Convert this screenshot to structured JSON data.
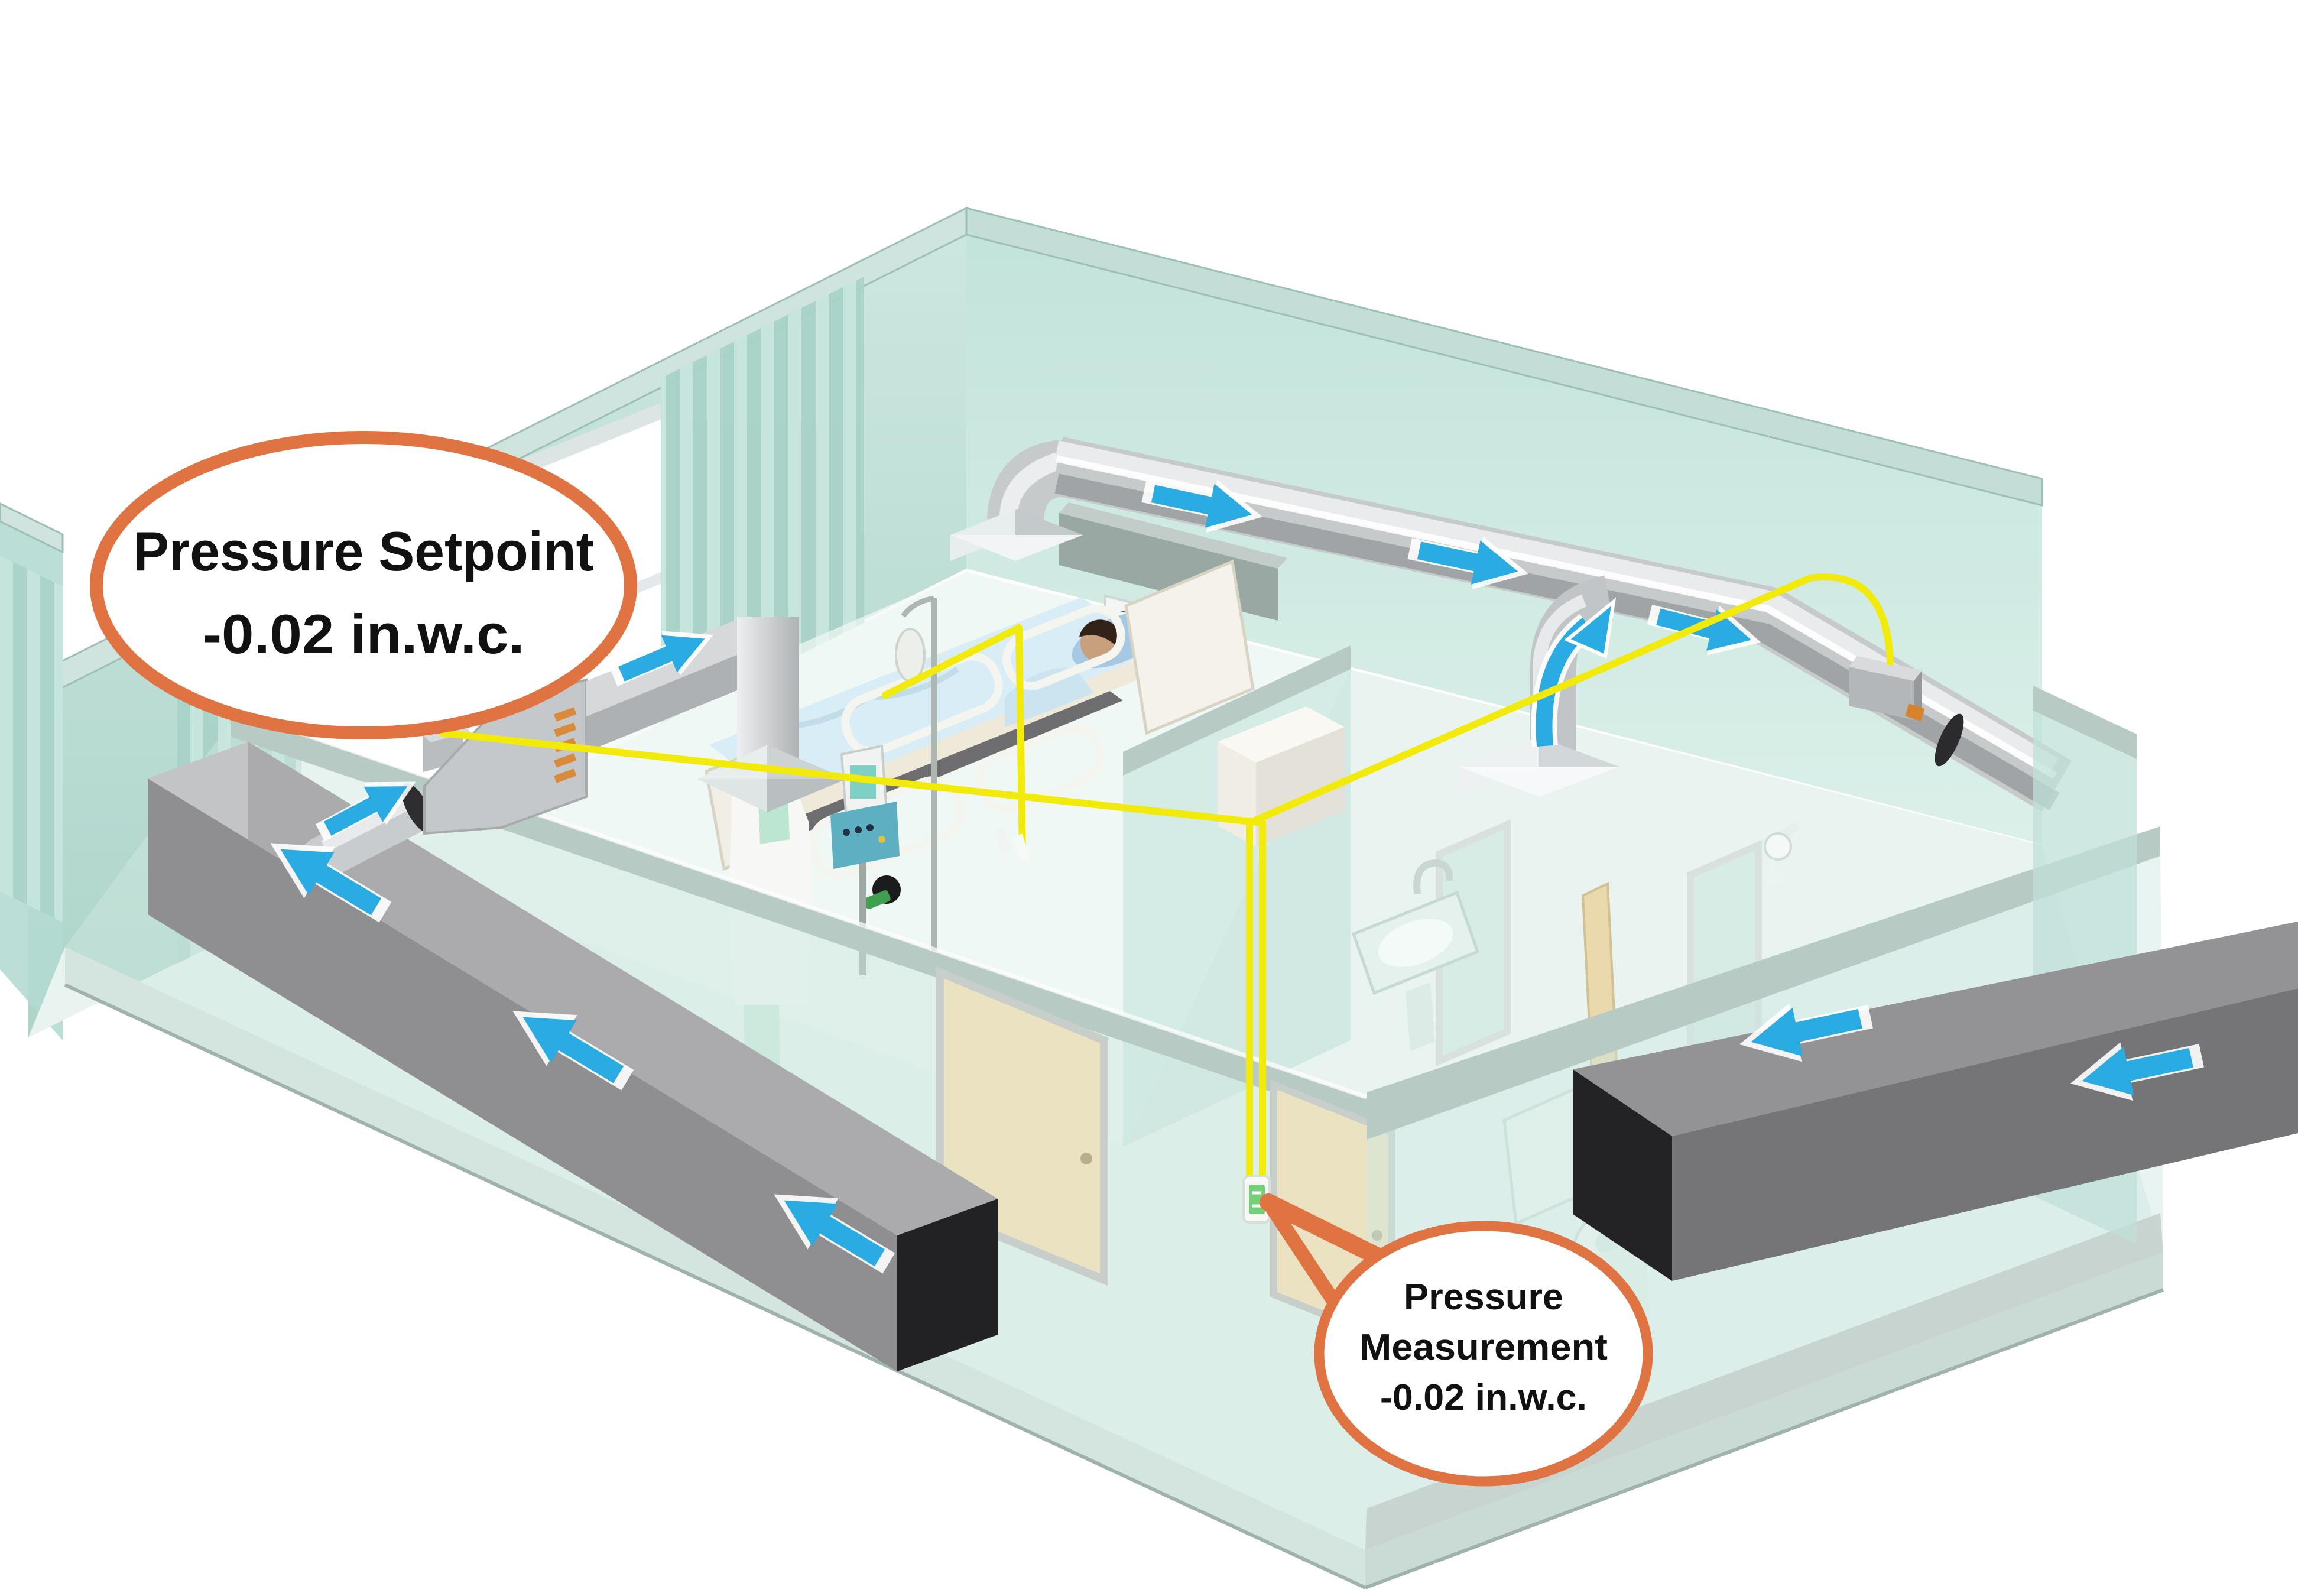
{
  "figure": {
    "description": "3D cutaway illustration of a hospital isolation room with HVAC room-pressure control: supply and exhaust ducts with airflow arrows, patient bed, nurse, bathroom, yellow pressure tubing and a wall pressure monitor",
    "background": "#ffffff"
  },
  "callouts": {
    "setpoint": {
      "line1": "Pressure Setpoint",
      "line2": "-0.02 in.w.c."
    },
    "measurement": {
      "line1": "Pressure",
      "line2": "Measurement",
      "line3": "-0.02 in.w.c."
    }
  },
  "airflow": {
    "arrow_count": 11,
    "meaning": "airflow direction",
    "color": "#2AACE3"
  },
  "colors": {
    "callout_border": "#DF7442",
    "callout_fill": "#FFFFFF",
    "callout_text": "#111111",
    "arrow_blue": "#2AACE3",
    "tube_yellow": "#F2EA0B",
    "sensor_green": "#74D077",
    "wall_teal": "#B7DDD4",
    "wall_teal_light": "#D6ECE6",
    "glass_cap": "#B7CAC4",
    "floor": "#E9F4F0",
    "duct_metal": "#C7CACB",
    "duct_gray_top": "#ABABAD",
    "duct_gray_front": "#8F8F91",
    "duct_dark_end": "#222224",
    "door_beige": "#EBE2C2",
    "coil_orange": "#D98A3A"
  },
  "icons": [
    "airflow-arrow",
    "curved-airflow-arrow",
    "pressure-sensor",
    "supply-valve-actuator",
    "exhaust-valve-actuator",
    "ceiling-diffuser",
    "exhaust-grille"
  ]
}
